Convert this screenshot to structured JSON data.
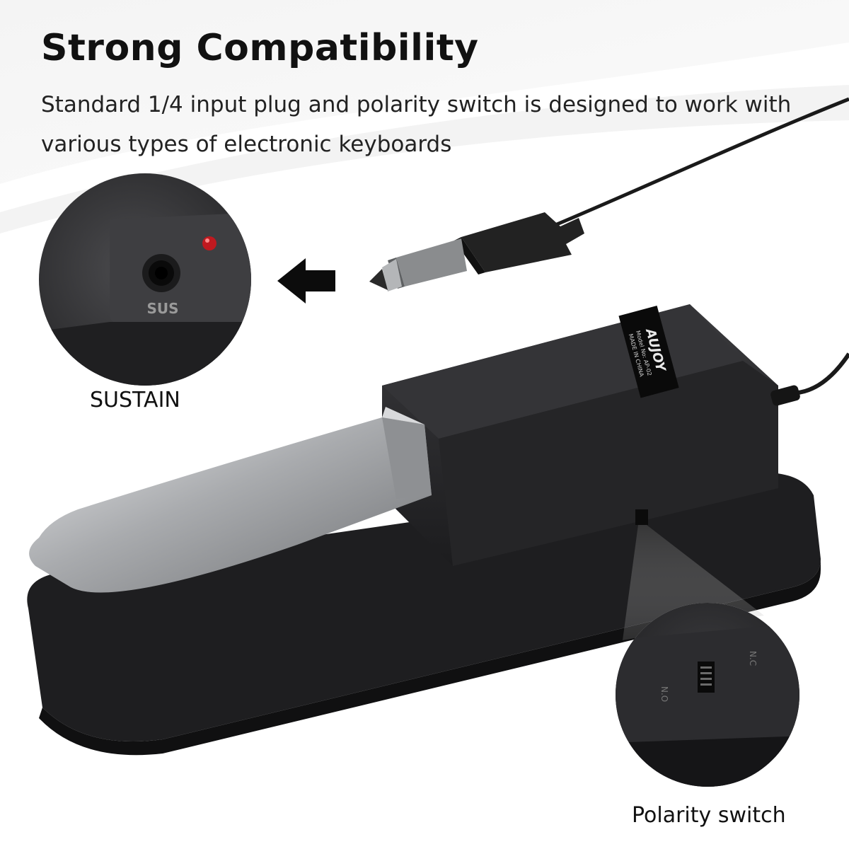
{
  "heading": "Strong Compatibility",
  "description": "Standard 1/4 input plug and polarity switch is designed to work with various types of electronic keyboards",
  "callouts": {
    "jack_caption": "SUSTAIN",
    "switch_caption": "Polarity switch"
  },
  "product": {
    "brand": "AUJOY",
    "model_line": "Model No: AP-02",
    "origin_line": "MADE IN CHINA",
    "jack_label": "SUS"
  },
  "colors": {
    "pedal_body": "#2a2a2c",
    "pedal_plate": "#b9bbbe",
    "indicator_led": "#c0191f",
    "text": "#111111"
  }
}
